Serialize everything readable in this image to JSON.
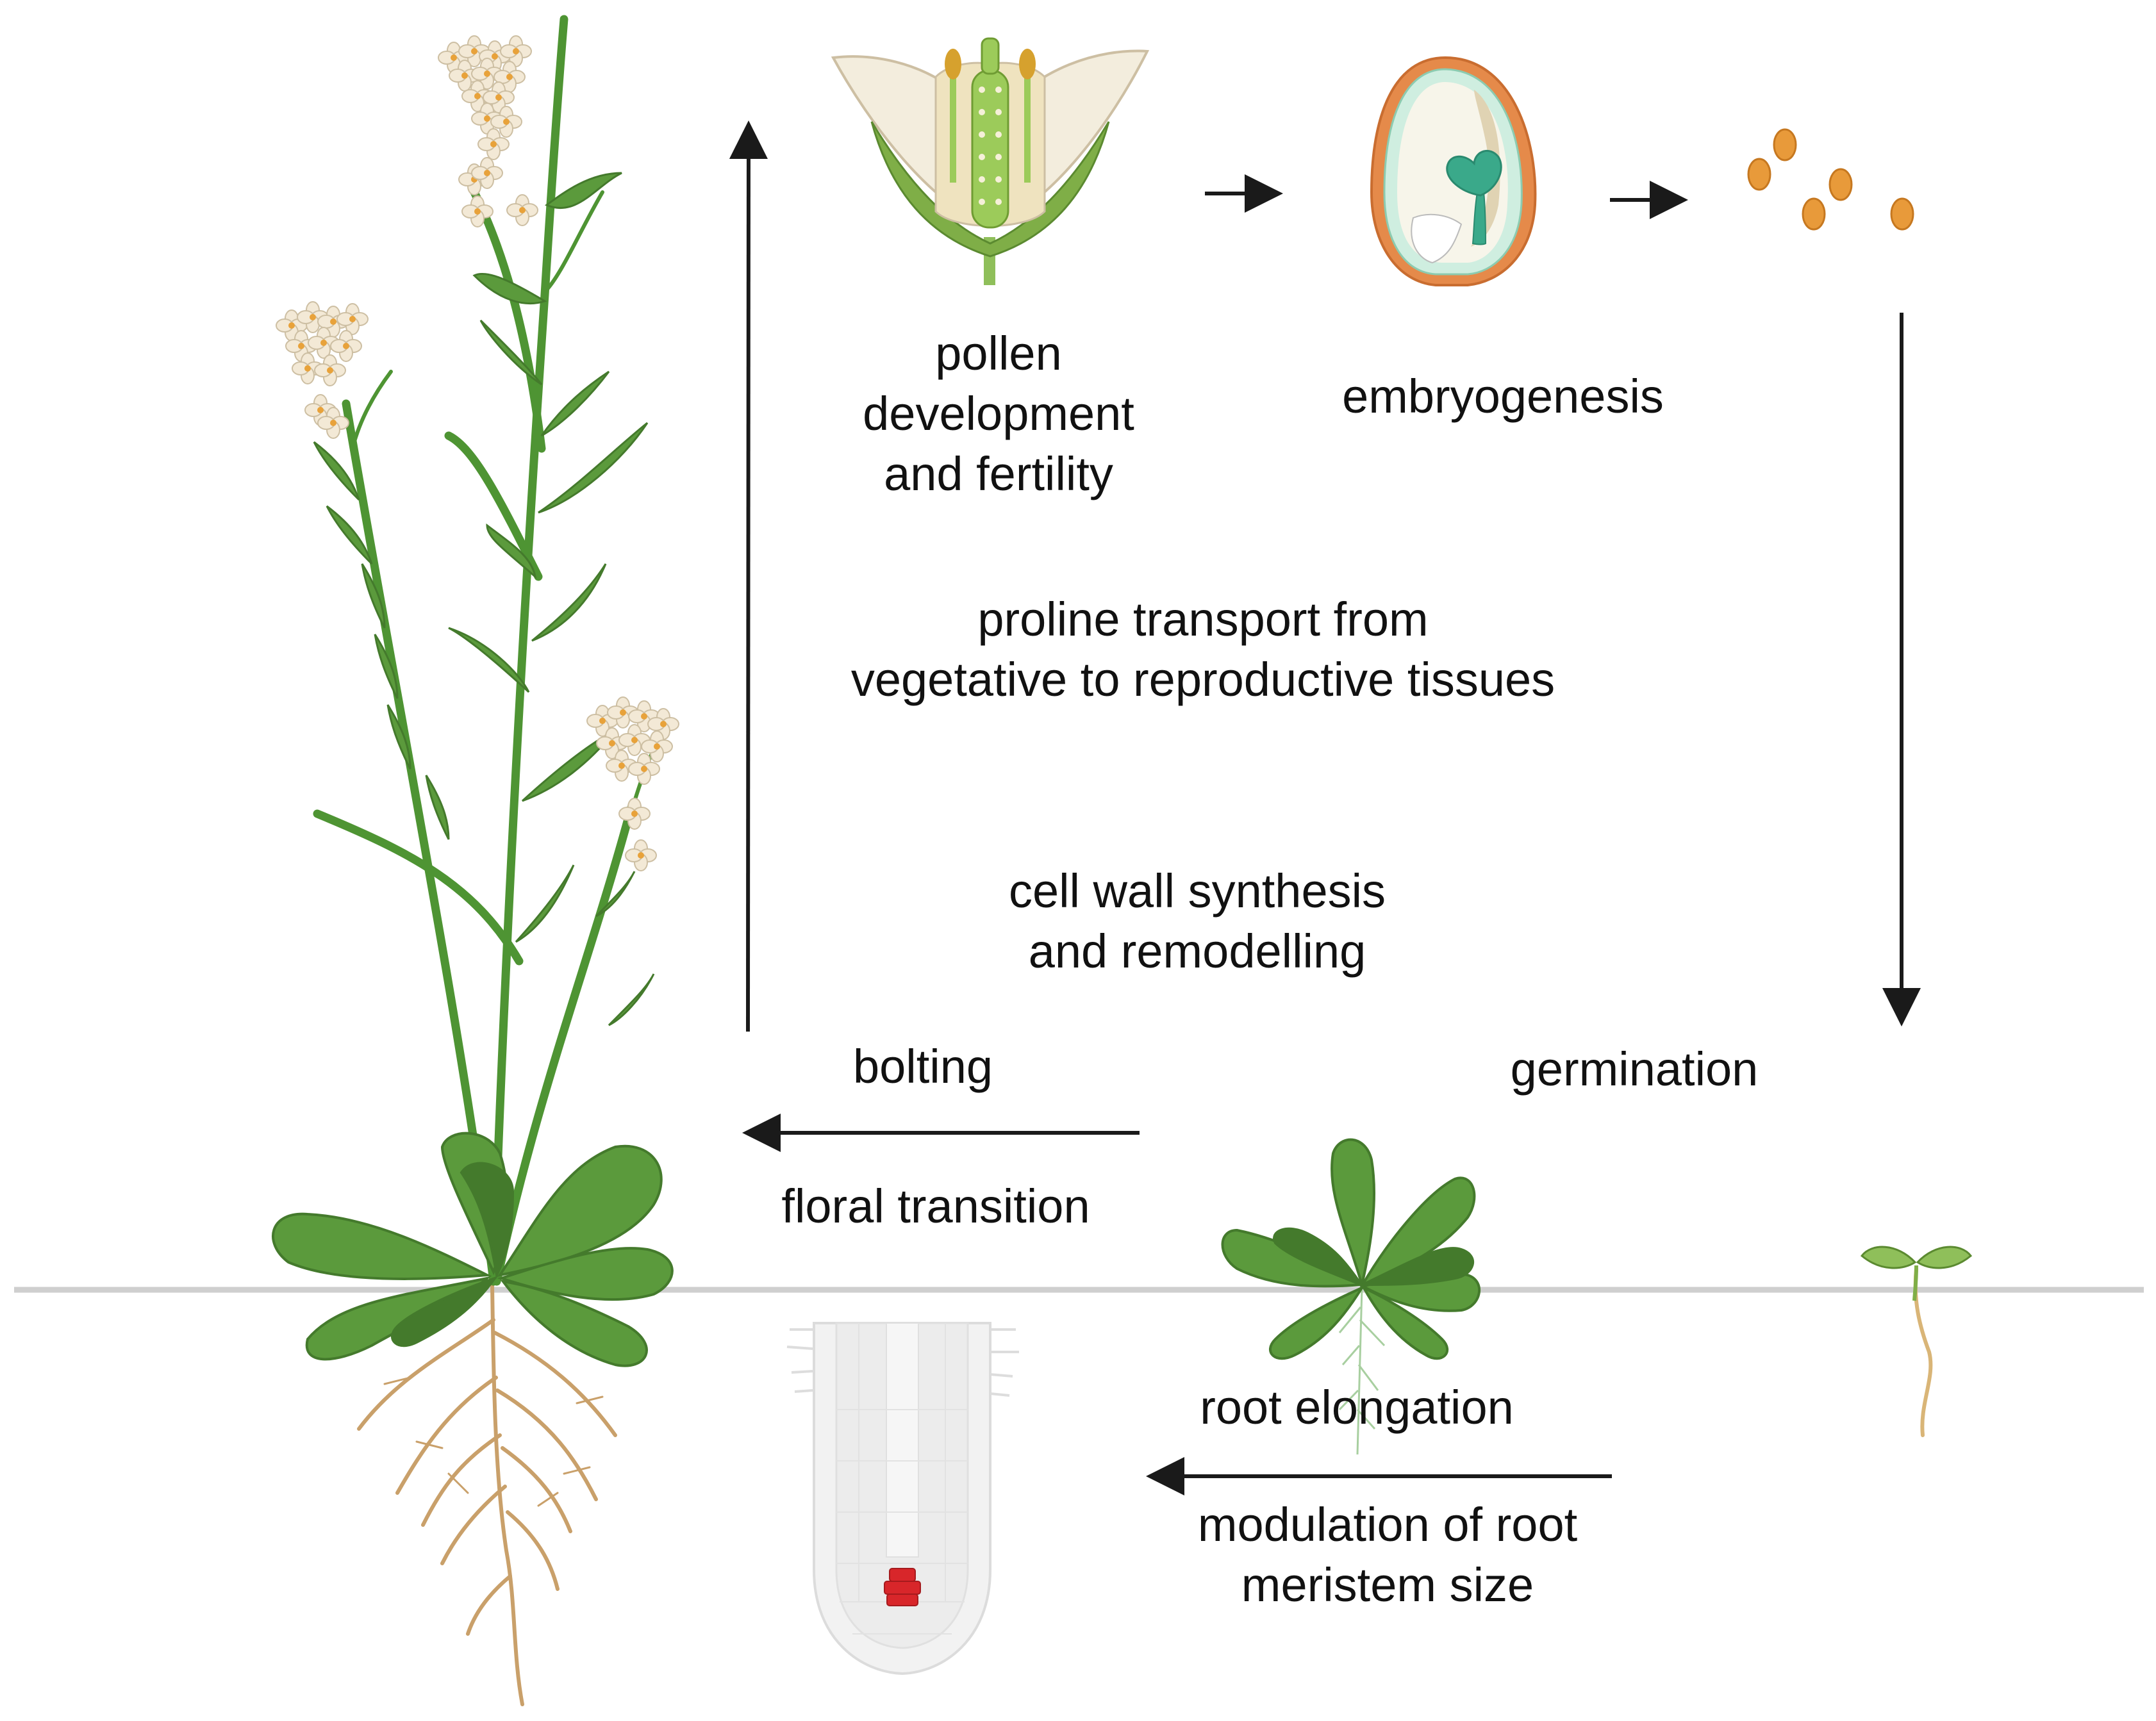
{
  "labels": {
    "pollen": [
      "pollen",
      "development",
      "and fertility"
    ],
    "embryogenesis": "embryogenesis",
    "proline": [
      "proline transport  from",
      "vegetative to reproductive tissues"
    ],
    "cell_wall": [
      "cell  wall synthesis",
      "and remodelling"
    ],
    "bolting": "bolting",
    "germination": "germination",
    "floral_transition": "floral transition",
    "root_elongation": "root elongation",
    "root_meristem": [
      "modulation of root",
      "meristem size"
    ]
  },
  "colors": {
    "stem": "#4e9433",
    "leaf": "#5b9a3c",
    "leaf_dark": "#447a2c",
    "petal": "#f3e9d6",
    "flower_center": "#e8a23a",
    "root": "#c9a06a",
    "seed": "#e89a3a",
    "embryo": "#3aa98a",
    "seed_coat": "#e58a4a",
    "meristem": "#d8262a",
    "ground": "#cfcfcf",
    "arrow": "#1a1a1a"
  },
  "icons": [
    "plant-icon",
    "flower-section-icon",
    "ovule-embryo-icon",
    "seeds-icon",
    "rosette-icon",
    "seedling-icon",
    "root-tip-icon"
  ]
}
